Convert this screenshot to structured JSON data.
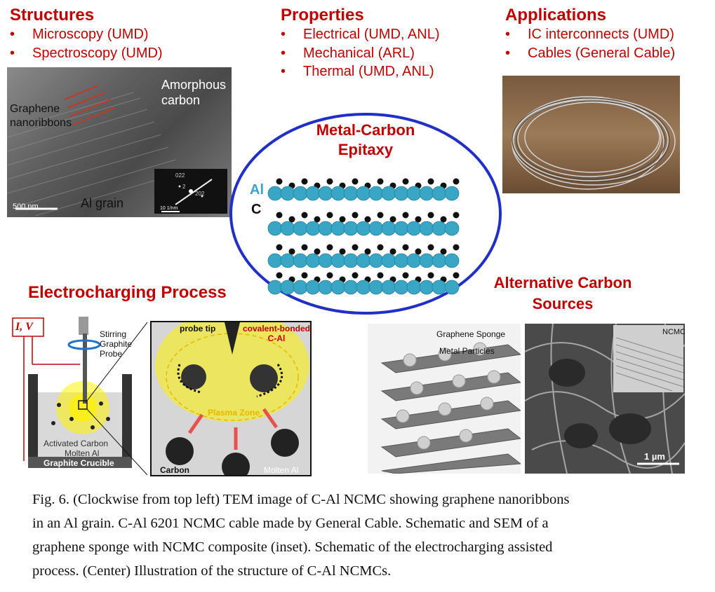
{
  "structures": {
    "heading": "Structures",
    "items": [
      "Microscopy (UMD)",
      "Spectroscopy (UMD)"
    ]
  },
  "properties": {
    "heading": "Properties",
    "items": [
      "Electrical (UMD, ANL)",
      "Mechanical (ARL)",
      "Thermal (UMD, ANL)"
    ]
  },
  "applications": {
    "heading": "Applications",
    "items": [
      "IC interconnects (UMD)",
      "Cables (General Cable)"
    ]
  },
  "tem": {
    "amorphous": "Amorphous carbon",
    "graphene": "Graphene nanoribbons",
    "grain": "Al grain",
    "scale": "500 nm",
    "inset_scale": "10 1/nm",
    "inset_labels": [
      "022",
      "2",
      "202"
    ]
  },
  "center": {
    "title_line1": "Metal-Carbon",
    "title_line2": "Epitaxy",
    "label_al": "Al",
    "label_c": "C"
  },
  "electro": {
    "heading": "Electrocharging Process",
    "iv": "I, V",
    "probe": "Stirring Graphite Probe",
    "activated": "Activated Carbon",
    "molten": "Molten Al",
    "crucible": "Graphite Crucible",
    "probe_tip": "probe tip",
    "covalent": "covalent-bonded C-Al",
    "plasma": "Plasma Zone",
    "carbon": "Carbon",
    "molten2": "Molten Al"
  },
  "alt": {
    "heading_line1": "Alternative Carbon",
    "heading_line2": "Sources",
    "sponge": "Graphene Sponge",
    "particles": "Metal Particles",
    "ncmc": "NCMC",
    "scale": "1 µm"
  },
  "caption": {
    "line1": "Fig. 6. (Clockwise from top left) TEM image of C-Al NCMC showing graphene nanoribbons",
    "line2": "in an Al grain. C-Al 6201 NCMC cable made by General Cable. Schematic and SEM of a",
    "line3": "graphene sponge with NCMC composite (inset).  Schematic of the electrocharging assisted",
    "line4": "process. (Center) Illustration of the structure of C-Al NCMCs."
  },
  "colors": {
    "heading_red": "#c00000",
    "ellipse_blue": "#1f2fc8",
    "al_atom": "#3aa6c6",
    "carbon_atom": "#111111"
  }
}
